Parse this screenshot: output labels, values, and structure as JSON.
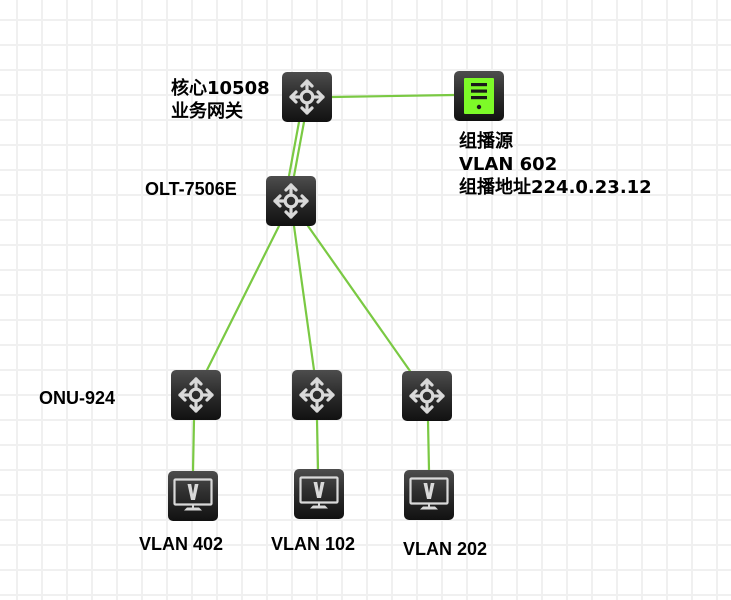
{
  "diagram": {
    "title": "Multicast network topology",
    "colors": {
      "link": "#7ac943",
      "server_fill": "#7dfa28",
      "device_bg_top": "#4d4d4d",
      "device_bg_bottom": "#111111",
      "icon_glyph": "#d9d9d9",
      "grid": "#f0f0f0",
      "label_text": "#000000"
    },
    "nodes": [
      {
        "id": "core",
        "type": "switch",
        "icon": "four-way-arrows-switch-icon",
        "label_lines": [
          "核心10508",
          "业务网关"
        ]
      },
      {
        "id": "mcast_src",
        "type": "server",
        "icon": "server-tower-icon",
        "label_lines": [
          "组播源",
          "VLAN 602",
          "组播地址224.0.23.12"
        ]
      },
      {
        "id": "olt",
        "type": "switch",
        "icon": "four-way-arrows-switch-icon",
        "label_lines": [
          "OLT-7506E"
        ]
      },
      {
        "id": "onu1",
        "type": "switch",
        "icon": "four-way-arrows-switch-icon",
        "label_lines": [
          "ONU-924"
        ]
      },
      {
        "id": "onu2",
        "type": "switch",
        "icon": "four-way-arrows-switch-icon",
        "label_lines": []
      },
      {
        "id": "onu3",
        "type": "switch",
        "icon": "four-way-arrows-switch-icon",
        "label_lines": []
      },
      {
        "id": "vm1",
        "type": "vm",
        "icon": "monitor-v-icon",
        "label_lines": [
          "VLAN 402"
        ]
      },
      {
        "id": "vm2",
        "type": "vm",
        "icon": "monitor-v-icon",
        "label_lines": [
          "VLAN 102"
        ]
      },
      {
        "id": "vm3",
        "type": "vm",
        "icon": "monitor-v-icon",
        "label_lines": [
          "VLAN 202"
        ]
      }
    ],
    "links": [
      {
        "from": "core",
        "to": "mcast_src"
      },
      {
        "from": "core",
        "to": "olt"
      },
      {
        "from": "core",
        "to": "olt"
      },
      {
        "from": "olt",
        "to": "onu1"
      },
      {
        "from": "olt",
        "to": "onu2"
      },
      {
        "from": "olt",
        "to": "onu3"
      },
      {
        "from": "onu1",
        "to": "vm1"
      },
      {
        "from": "onu2",
        "to": "vm2"
      },
      {
        "from": "onu3",
        "to": "vm3"
      }
    ]
  }
}
